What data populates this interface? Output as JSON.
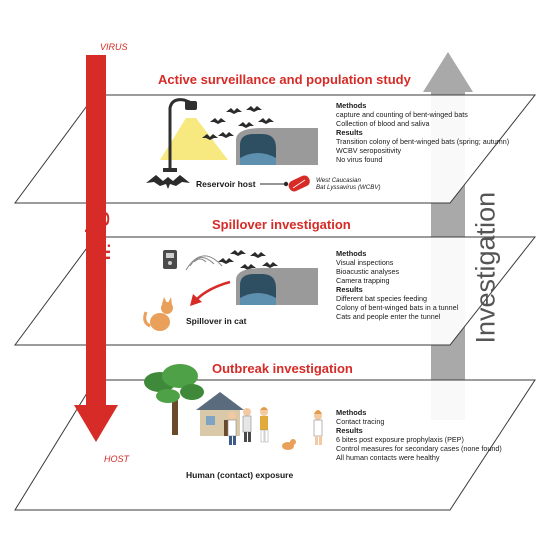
{
  "top_label": "VIRUS",
  "bottom_label": "HOST",
  "left_arrow_label": "Spillover",
  "right_arrow_label": "Investigation",
  "layers": [
    {
      "title": "Active surveillance and population study",
      "methods_heading": "Methods",
      "methods": [
        "capture and counting of bent-winged bats",
        "Collection of blood and saliva"
      ],
      "results_heading": "Results",
      "results": [
        "Transition colony of bent-winged bats (spring; autumn)",
        "WCBV seropositivity",
        "No virus found"
      ],
      "caption": "Reservoir host",
      "virus_name_1": "West Caucasian",
      "virus_name_2": "Bat Lyssavirus (WCBV)"
    },
    {
      "title": "Spillover investigation",
      "methods_heading": "Methods",
      "methods": [
        "Visual inspections",
        "Bioacustic analyses",
        "Camera trapping"
      ],
      "results_heading": "Results",
      "results": [
        "Different bat species feeding",
        "Colony of bent-winged bats in a tunnel",
        "Cats and people enter the tunnel"
      ],
      "caption": "Spillover in cat"
    },
    {
      "title": "Outbreak investigation",
      "methods_heading": "Methods",
      "methods": [
        "Contact tracing"
      ],
      "results_heading": "Results",
      "results": [
        "6 bites post exposure prophylaxis (PEP)",
        "Control measures for secondary cases (none found)",
        "All human contacts were healthy"
      ],
      "caption": "Human (contact) exposure"
    }
  ],
  "colors": {
    "accent": "#d62b27",
    "arrow_grey": "#a9a9a9",
    "plane_line": "#3a3a3a"
  }
}
